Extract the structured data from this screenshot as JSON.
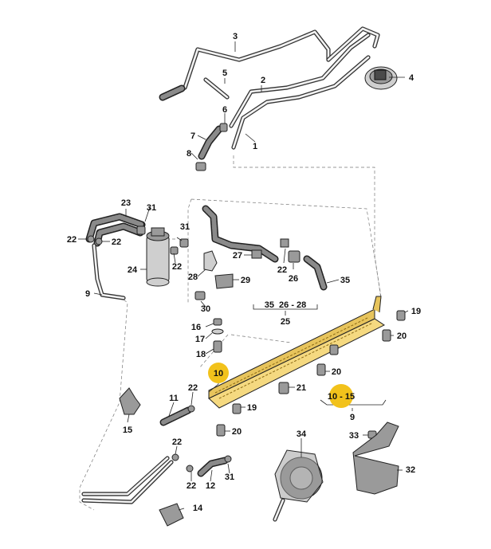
{
  "highlight_color": "#f2c21b",
  "callouts": {
    "c1": "1",
    "c2": "2",
    "c3": "3",
    "c4": "4",
    "c5": "5",
    "c6": "6",
    "c7": "7",
    "c8": "8",
    "c9a": "9",
    "c9b": "9",
    "c10": "10",
    "c10_15": "10 - 15",
    "c11": "11",
    "c12": "12",
    "c14": "14",
    "c15": "15",
    "c16": "16",
    "c17": "17",
    "c18": "18",
    "c19a": "19",
    "c19b": "19",
    "c20a": "20",
    "c20b": "20",
    "c20c": "20",
    "c21": "21",
    "c22a": "22",
    "c22b": "22",
    "c22c": "22",
    "c22d": "22",
    "c22e": "22",
    "c22f": "22",
    "c23": "23",
    "c24": "24",
    "c25": "25",
    "c26a": "26",
    "c27": "27",
    "c28": "28",
    "c29": "29",
    "c30": "30",
    "c31a": "31",
    "c31b": "31",
    "c31c": "31",
    "c32": "32",
    "c33": "33",
    "c34": "34",
    "c35a": "35",
    "c35_26_28": "35  26 - 28"
  }
}
